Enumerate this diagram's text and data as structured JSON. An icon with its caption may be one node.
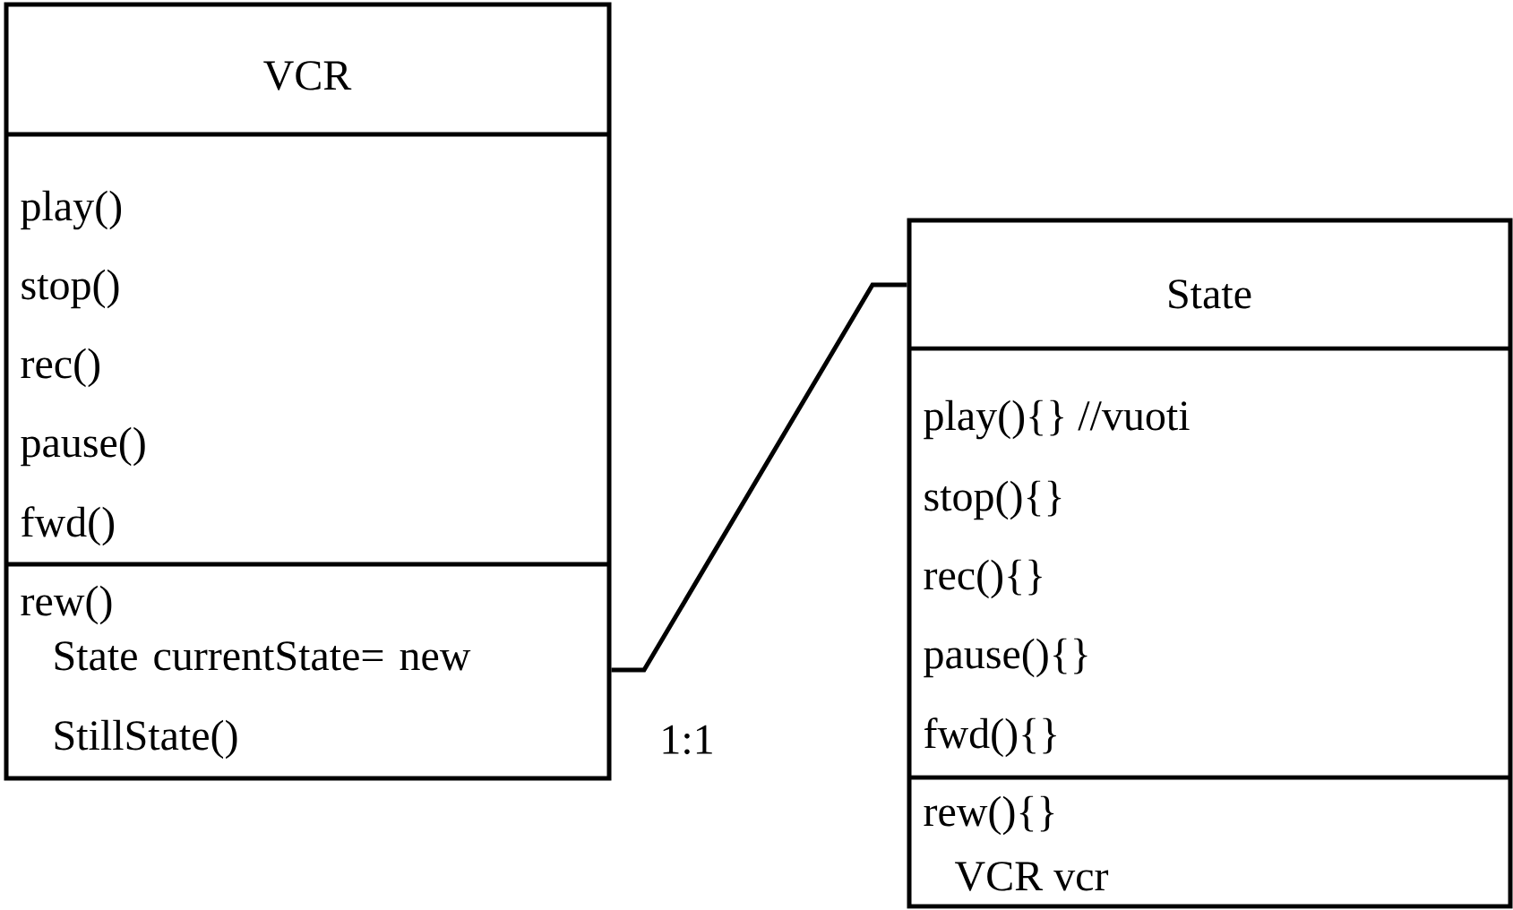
{
  "diagram": {
    "nodes": [
      {
        "text": [
          "VCR",
          "play()",
          "stop()",
          "rec()",
          "pause()",
          "fwd()",
          "rew()",
          "State currentState= new StillState()"
        ]
      },
      {
        "text": [
          "State",
          "play(){} //vuoti",
          "stop(){}",
          "rec(){}",
          "pause(){}",
          "fwd(){}",
          "rew(){}",
          "VCR vcr"
        ]
      }
    ],
    "edges": [
      {
        "from": 0,
        "to": 1,
        "arrow": "none",
        "label": "1:1"
      }
    ]
  }
}
